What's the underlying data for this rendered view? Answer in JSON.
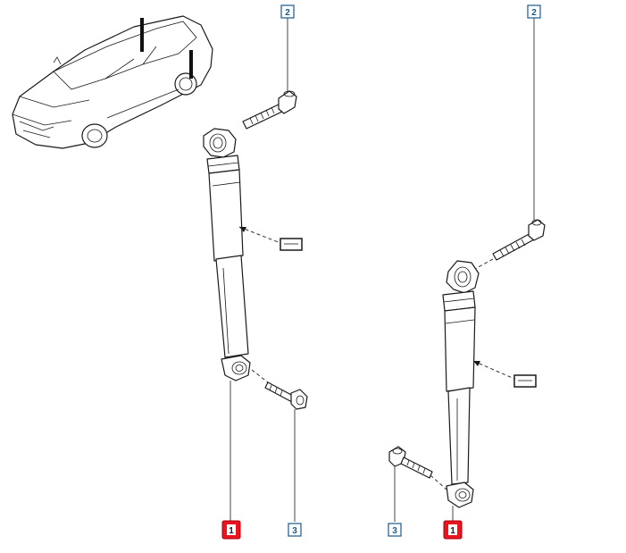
{
  "callouts": {
    "bolt_top_left": "2",
    "bolt_top_right": "2",
    "shock_left": "1",
    "shock_right": "1",
    "bolt_bottom_left": "3",
    "bolt_bottom_right": "3"
  },
  "colors": {
    "highlight_fill": "#e8141e",
    "callout_border": "#1a5a8a",
    "callout_text_blue": "#1a5a8a",
    "line": "#1a1a1a"
  },
  "icons": {
    "vehicle": "car-outline-icon",
    "torque_symbol": "torque-box-icon"
  }
}
